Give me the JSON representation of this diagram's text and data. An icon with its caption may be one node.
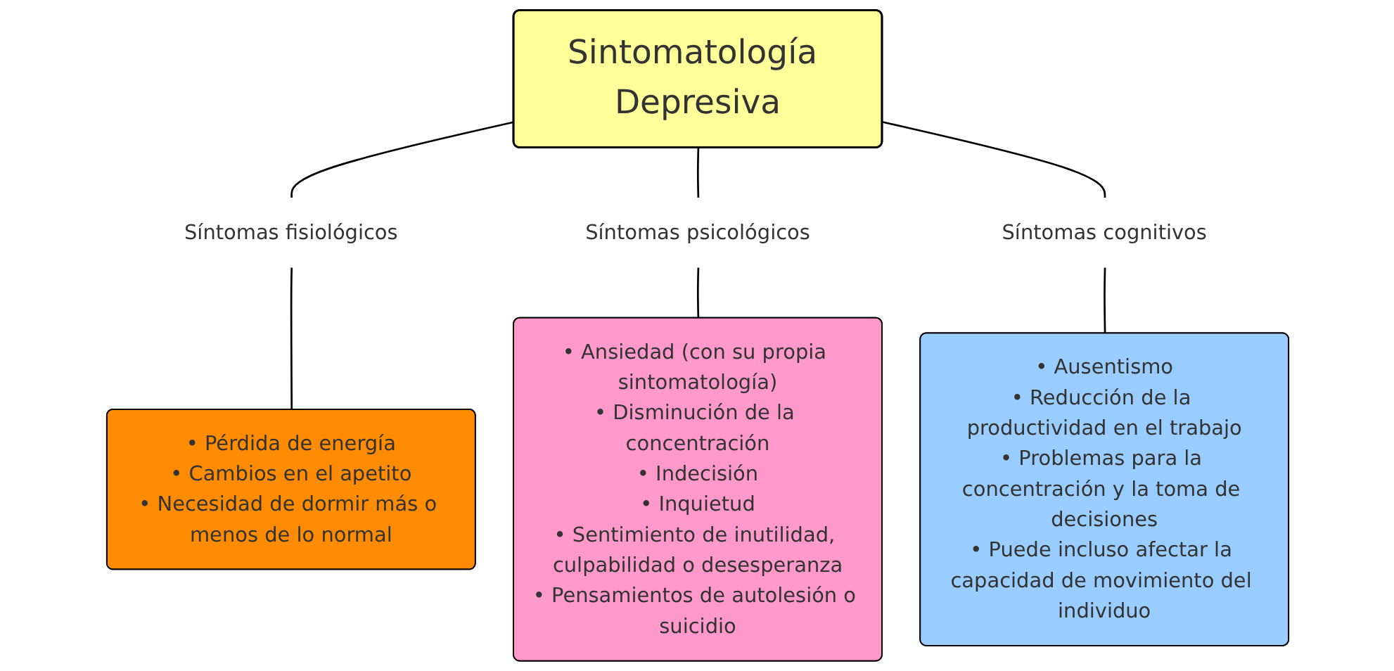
{
  "diagram": {
    "nodes": [
      {
        "text": [
          "Sintomatología Depresiva"
        ]
      },
      {
        "text": [
          "Síntomas fisiológicos"
        ]
      },
      {
        "text": [
          "Síntomas psicológicos"
        ]
      },
      {
        "text": [
          "Síntomas cognitivos"
        ]
      },
      {
        "text": [
          "• Pérdida de energía",
          "• Cambios en el apetito",
          "• Necesidad de dormir más o menos de lo normal"
        ]
      },
      {
        "text": [
          "• Ansiedad (con su propia sintomatología)",
          "• Disminución de la concentración",
          "• Indecisión",
          "• Inquietud",
          "• Sentimiento de inutilidad, culpabilidad o desesperanza",
          "• Pensamientos de autolesión o suicidio"
        ]
      },
      {
        "text": [
          "• Ausentismo",
          "• Reducción de la productividad en el trabajo",
          "• Problemas para la concentración y la toma de decisiones",
          "• Puede incluso afectar la capacidad de movimiento del individuo"
        ]
      }
    ],
    "edges": [
      {
        "from": 0,
        "to": 1,
        "arrow": "none"
      },
      {
        "from": 0,
        "to": 2,
        "arrow": "none"
      },
      {
        "from": 0,
        "to": 3,
        "arrow": "none"
      },
      {
        "from": 1,
        "to": 4,
        "arrow": "none"
      },
      {
        "from": 2,
        "to": 5,
        "arrow": "none"
      },
      {
        "from": 3,
        "to": 6,
        "arrow": "none"
      }
    ]
  }
}
